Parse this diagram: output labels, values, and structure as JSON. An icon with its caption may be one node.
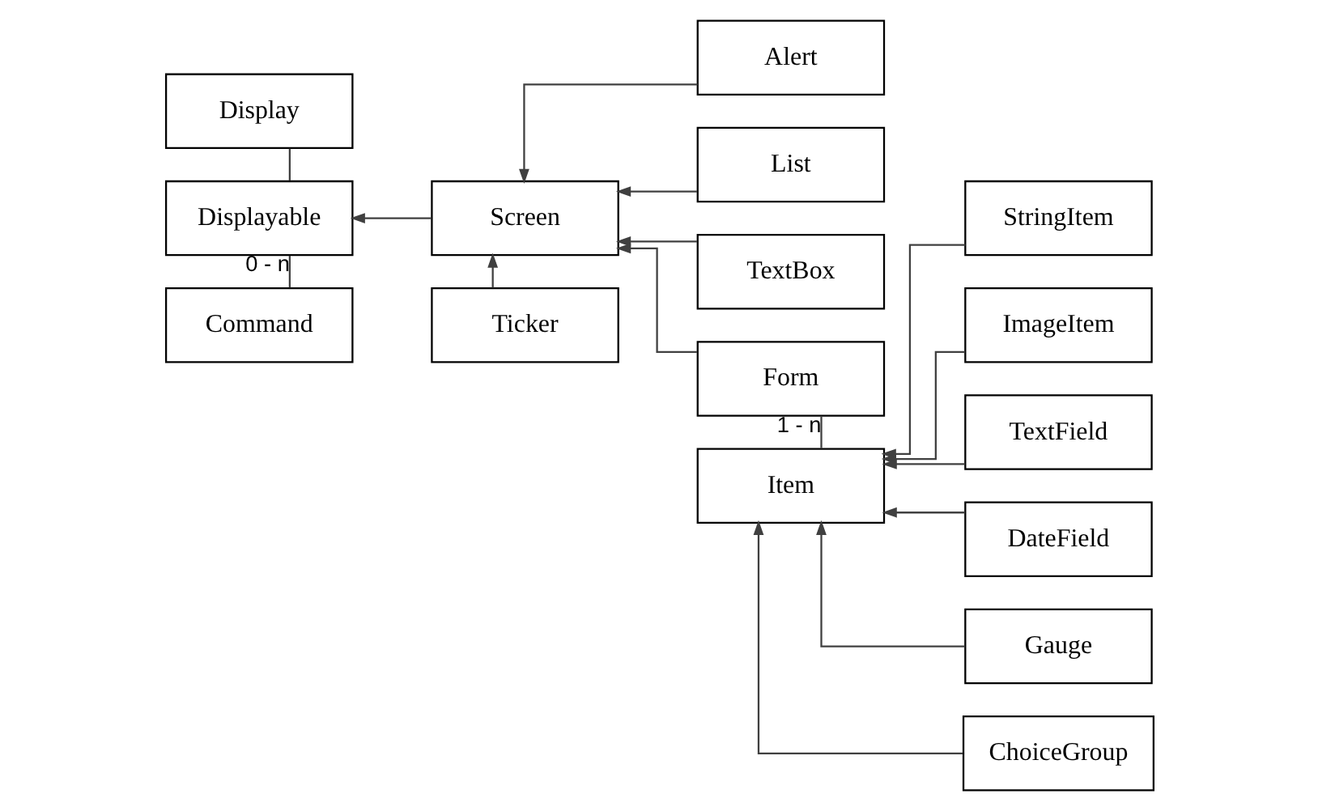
{
  "diagram": {
    "nodes": [
      {
        "text": [
          "Display"
        ]
      },
      {
        "text": [
          "Displayable"
        ]
      },
      {
        "text": [
          "Command"
        ]
      },
      {
        "text": [
          "Screen"
        ]
      },
      {
        "text": [
          "Ticker"
        ]
      },
      {
        "text": [
          "Alert"
        ]
      },
      {
        "text": [
          "List"
        ]
      },
      {
        "text": [
          "TextBox"
        ]
      },
      {
        "text": [
          "Form"
        ]
      },
      {
        "text": [
          "Item"
        ]
      },
      {
        "text": [
          "StringItem"
        ]
      },
      {
        "text": [
          "ImageItem"
        ]
      },
      {
        "text": [
          "TextField"
        ]
      },
      {
        "text": [
          "DateField"
        ]
      },
      {
        "text": [
          "Gauge"
        ]
      },
      {
        "text": [
          "ChoiceGroup"
        ]
      }
    ],
    "edges": [
      {
        "from": 0,
        "to": 1,
        "arrow": "none"
      },
      {
        "from": 1,
        "to": 2,
        "arrow": "none",
        "label": "0 - n"
      },
      {
        "from": 3,
        "to": 1,
        "arrow": "to"
      },
      {
        "from": 4,
        "to": 3,
        "arrow": "to"
      },
      {
        "from": 5,
        "to": 3,
        "arrow": "to"
      },
      {
        "from": 6,
        "to": 3,
        "arrow": "to"
      },
      {
        "from": 7,
        "to": 3,
        "arrow": "to"
      },
      {
        "from": 8,
        "to": 3,
        "arrow": "to"
      },
      {
        "from": 8,
        "to": 9,
        "arrow": "none",
        "label": "1 - n"
      },
      {
        "from": 10,
        "to": 9,
        "arrow": "to"
      },
      {
        "from": 11,
        "to": 9,
        "arrow": "to"
      },
      {
        "from": 12,
        "to": 9,
        "arrow": "to"
      },
      {
        "from": 13,
        "to": 9,
        "arrow": "to"
      },
      {
        "from": 14,
        "to": 9,
        "arrow": "to"
      },
      {
        "from": 15,
        "to": 9,
        "arrow": "to"
      }
    ]
  }
}
